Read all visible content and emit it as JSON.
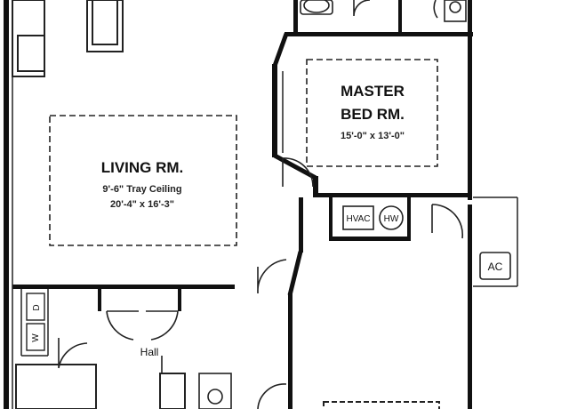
{
  "living_room": {
    "name": "LIVING RM.",
    "ceiling": "9'-6\" Tray Ceiling",
    "size": "20'-4\" x 16'-3\""
  },
  "master_bedroom": {
    "name_line1": "MASTER",
    "name_line2": "BED RM.",
    "size": "15'-0\" x 13'-0\""
  },
  "fixtures": {
    "hvac": "HVAC",
    "water_heater": "HW",
    "air_conditioner": "AC",
    "dryer": "D",
    "washer": "W",
    "hall": "Hall"
  },
  "colors": {
    "wall": "#111111",
    "line": "#222222",
    "background": "#ffffff"
  }
}
